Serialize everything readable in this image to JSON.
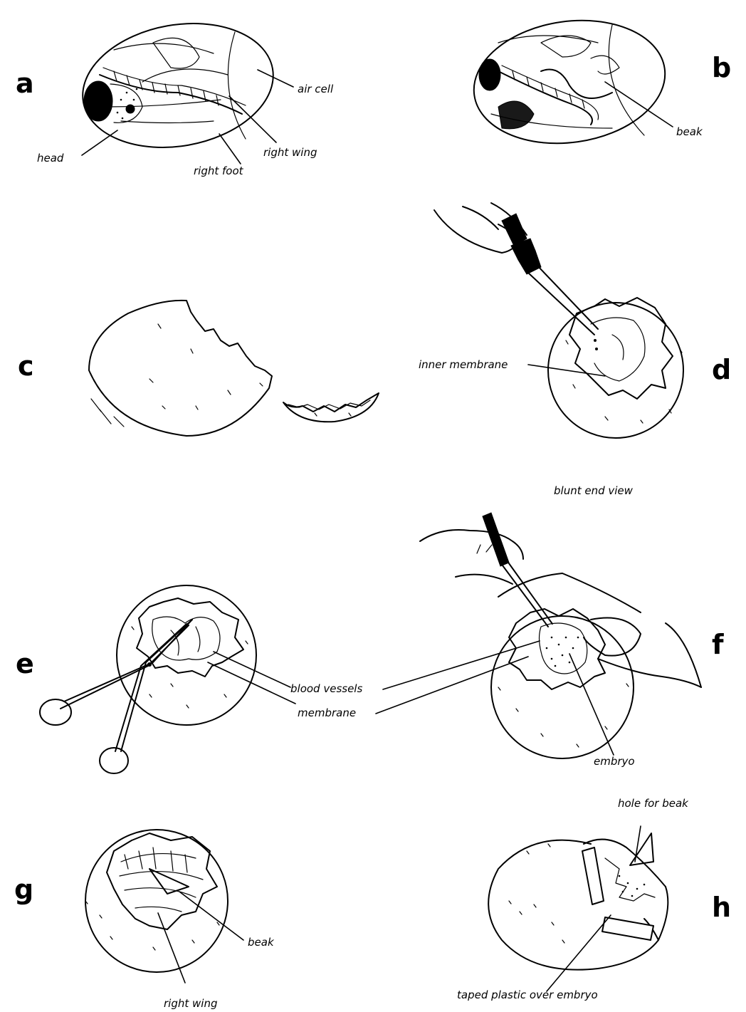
{
  "panels": {
    "a": {
      "letter": "a",
      "labels": {
        "air_cell": "air cell",
        "head": "head",
        "right_wing": "right wing",
        "right_foot": "right foot"
      }
    },
    "b": {
      "letter": "b",
      "labels": {
        "beak": "beak"
      }
    },
    "c": {
      "letter": "c"
    },
    "d": {
      "letter": "d",
      "labels": {
        "inner_membrane": "inner membrane"
      }
    },
    "caption": "blunt end view",
    "e": {
      "letter": "e"
    },
    "f": {
      "letter": "f",
      "labels": {
        "embryo": "embryo"
      }
    },
    "shared_labels": {
      "blood_vessels": "blood vessels",
      "membrane": "membrane"
    },
    "g": {
      "letter": "g",
      "labels": {
        "beak": "beak",
        "right_wing": "right wing"
      }
    },
    "h": {
      "letter": "h",
      "labels": {
        "hole_for_beak": "hole for beak",
        "taped_plastic": "taped plastic over embryo"
      }
    }
  }
}
